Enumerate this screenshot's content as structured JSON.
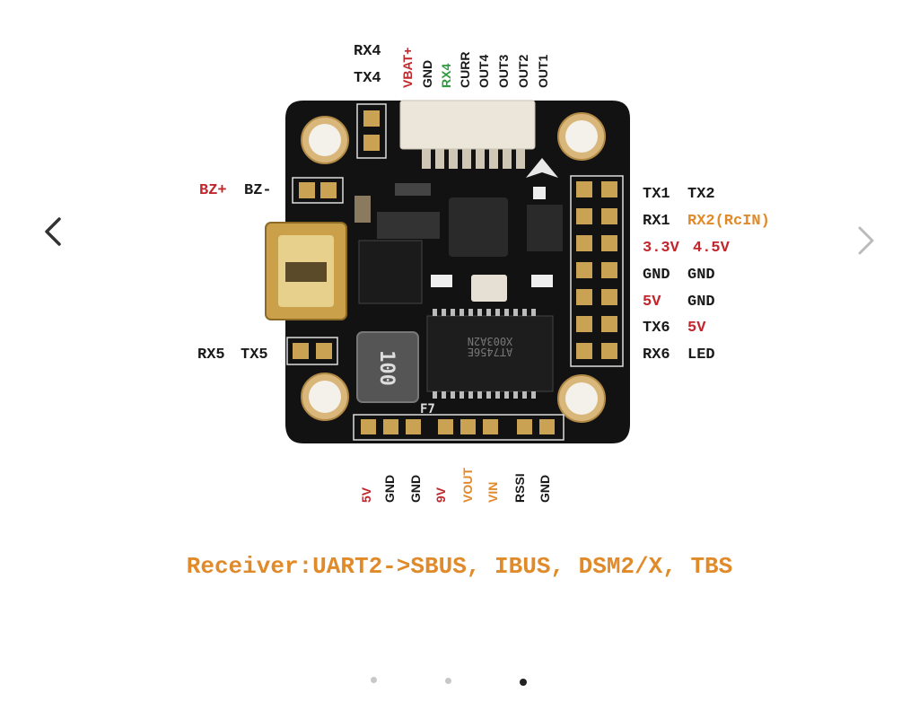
{
  "labels": {
    "top_left_rx4": "RX4",
    "top_left_tx4": "TX4",
    "bz_plus": "BZ+",
    "bz_minus": "BZ-",
    "rx5": "RX5",
    "tx5": "TX5",
    "tx1": "TX1",
    "tx2": "TX2",
    "rx1": "RX1",
    "rx2": "RX2(RcIN)",
    "v33": "3.3V",
    "v45": "4.5V",
    "gnd_a": "GND",
    "gnd_b": "GND",
    "v5_r": "5V",
    "gnd_c": "GND",
    "tx6": "TX6",
    "v5_r2": "5V",
    "rx6": "RX6",
    "led": "LED"
  },
  "top_pins": [
    "VBAT+",
    "GND",
    "RX4",
    "CURR",
    "OUT4",
    "OUT3",
    "OUT2",
    "OUT1"
  ],
  "bottom_pins": [
    "5V",
    "GND",
    "GND",
    "9V",
    "VOUT",
    "VIN",
    "RSSI",
    "GND"
  ],
  "board": {
    "chip_label": "AT7456E",
    "chip_code": "X003A2N",
    "inductor_label": "100",
    "board_label": "F7"
  },
  "caption": "Receiver:UART2->SBUS, IBUS, DSM2/X, TBS",
  "carousel": {
    "total_dots": 3,
    "active_index": 2
  },
  "colors": {
    "red": "#c0282d",
    "orange": "#e08a2a",
    "green": "#2c9c3c",
    "black": "#1a1a1a",
    "board": "#121212"
  }
}
